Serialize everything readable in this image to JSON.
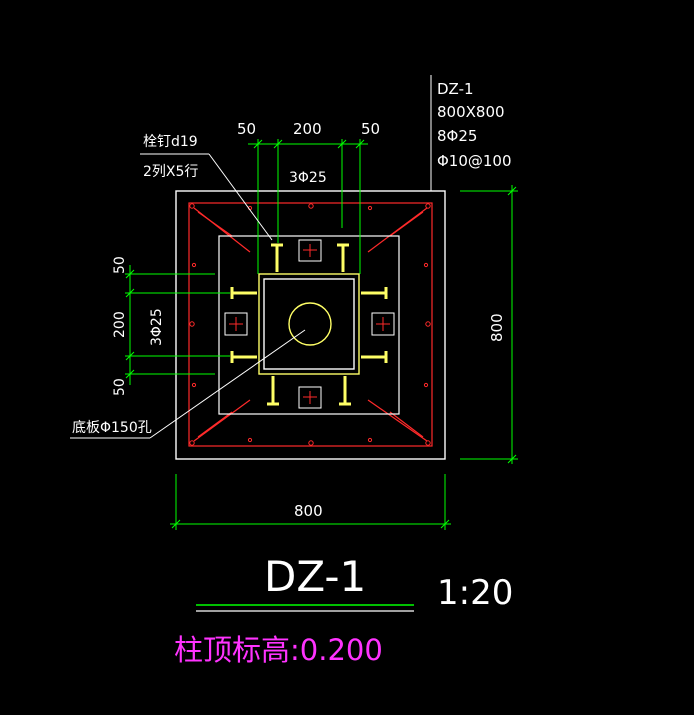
{
  "drawing": {
    "title": "DZ-1",
    "scale": "1:20",
    "elevation_label": "柱顶标高:0.200"
  },
  "column_spec": {
    "name": "DZ-1",
    "size": "800X800",
    "main_bars": "8Φ25",
    "stirrups": "Φ10@100"
  },
  "dimensions": {
    "top_left": "50",
    "top_mid": "200",
    "top_right": "50",
    "top_bars": "3Φ25",
    "left_top": "50",
    "left_mid": "200",
    "left_bottom": "50",
    "left_bars": "3Φ25",
    "right_overall": "800",
    "bottom_overall": "800"
  },
  "annotations": {
    "stud_line1": "栓钉d19",
    "stud_line2": "2列X5行",
    "base_plate_hole": "底板Φ150孔"
  },
  "colors": {
    "background": "#000000",
    "outline": "#ffffff",
    "dimension": "#00ff00",
    "rebar": "#ff2a2a",
    "steel": "#ffff66",
    "elevation": "#ff33ff",
    "text": "#ffffff"
  }
}
